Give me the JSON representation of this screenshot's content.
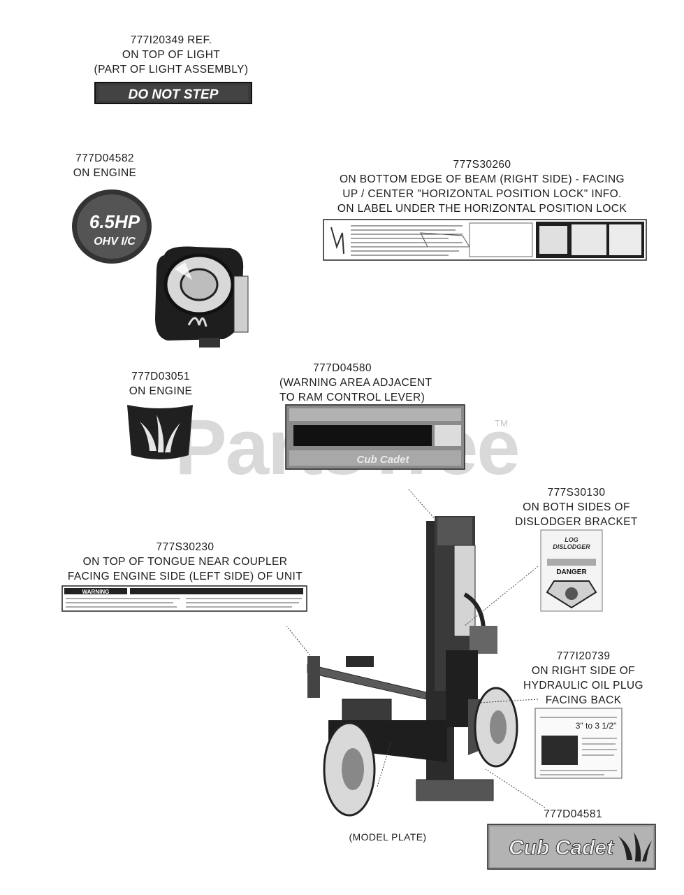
{
  "callouts": {
    "do_not_step_ref": {
      "part": "777I20349 REF.",
      "lines": [
        "ON TOP OF LIGHT",
        "(PART OF LIGHT ASSEMBLY)"
      ]
    },
    "engine_hp_decal": {
      "part": "777D04582",
      "lines": [
        "ON ENGINE"
      ]
    },
    "beam_decal": {
      "part": "777S30260",
      "lines": [
        "ON BOTTOM EDGE OF BEAM (RIGHT SIDE) - FACING",
        "UP / CENTER \"HORIZONTAL POSITION LOCK\" INFO.",
        "ON LABEL UNDER THE HORIZONTAL POSITION LOCK"
      ]
    },
    "engine_logo_decal": {
      "part": "777D03051",
      "lines": [
        "ON ENGINE"
      ]
    },
    "ram_warning_decal": {
      "part": "777D04580",
      "lines": [
        "(WARNING AREA ADJACENT",
        "TO RAM CONTROL LEVER)"
      ]
    },
    "dislodger_decal": {
      "part": "777S30130",
      "lines": [
        "ON BOTH SIDES OF",
        "DISLODGER BRACKET"
      ]
    },
    "tongue_decal": {
      "part": "777S30230",
      "lines": [
        "ON TOP OF TONGUE NEAR COUPLER",
        "FACING ENGINE SIDE (LEFT SIDE) OF UNIT"
      ]
    },
    "oil_plug_decal": {
      "part": "777I20739",
      "lines": [
        "ON RIGHT SIDE OF",
        "HYDRAULIC OIL PLUG",
        "FACING BACK"
      ]
    },
    "brand_decal": {
      "part": "777D04581"
    },
    "model_plate": {
      "label": "(MODEL PLATE)"
    }
  },
  "decal_text": {
    "do_not_step": "DO NOT STEP",
    "engine_hp_line1": "6.5HP",
    "engine_hp_line2": "OHV I/C",
    "tongue_warning": "WARNING",
    "dislodger_title_1": "LOG",
    "dislodger_title_2": "DISLODGER",
    "dislodger_danger": "DANGER",
    "oil_plug_measure": "3\" to 3 1/2\"",
    "brand_name": "Cub Cadet"
  },
  "watermark": {
    "text": "PartsTree",
    "tm": "TM"
  },
  "colors": {
    "ink": "#1c1c1c",
    "decal_dark": "#2a2a2a",
    "watermark": "#9a9a9a"
  }
}
